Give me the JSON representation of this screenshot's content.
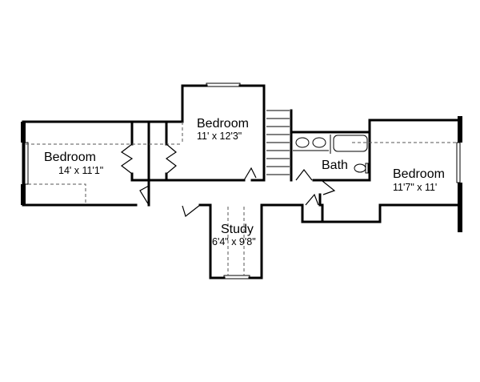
{
  "rooms": [
    {
      "name": "Bedroom",
      "dimensions": "14' x 11'1\""
    },
    {
      "name": "Bedroom",
      "dimensions": "11' x 12'3\""
    },
    {
      "name": "Bath"
    },
    {
      "name": "Bedroom",
      "dimensions": "11'7\" x 11'"
    },
    {
      "name": "Study",
      "dimensions": "6'4\" x 9'8\""
    }
  ]
}
